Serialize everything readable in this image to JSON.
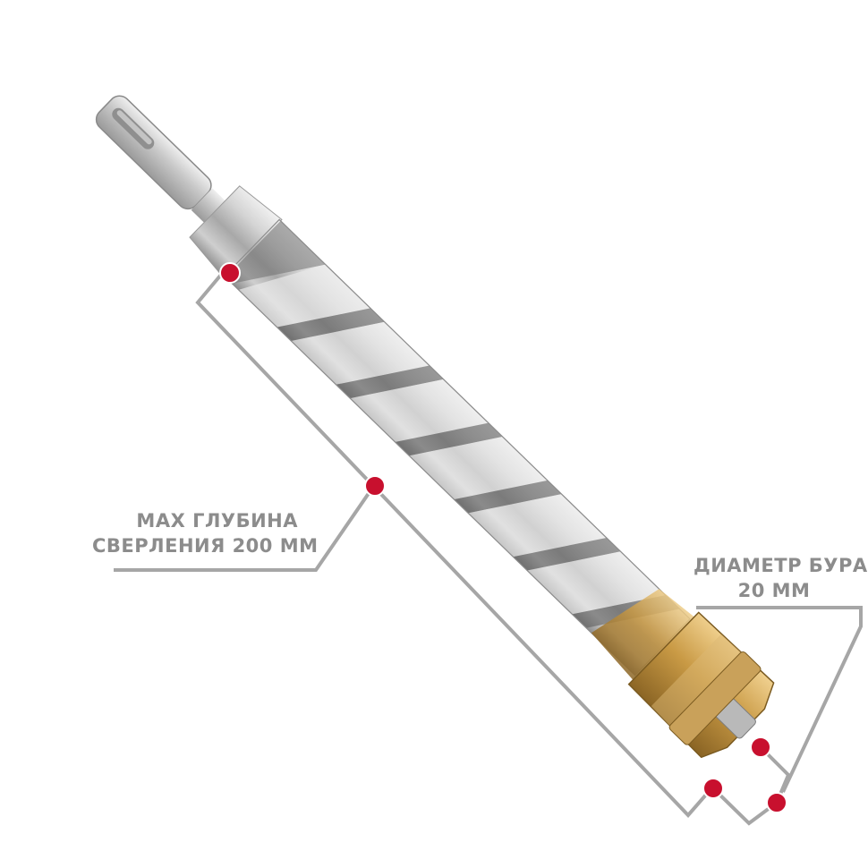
{
  "depth_annotation": {
    "line1": "MAX ГЛУБИНА",
    "line2": "СВЕРЛЕНИЯ 200 ММ"
  },
  "diameter_annotation": {
    "line1": "ДИАМЕТР БУРА",
    "line2": "20 ММ"
  },
  "colors": {
    "background": "#ffffff",
    "marker": "#c8102e",
    "annotation_line": "#a6a6a6",
    "label_text": "#8c8c8c",
    "steel": "#b9b9b9",
    "carbide_tip": "#c9a15a"
  }
}
